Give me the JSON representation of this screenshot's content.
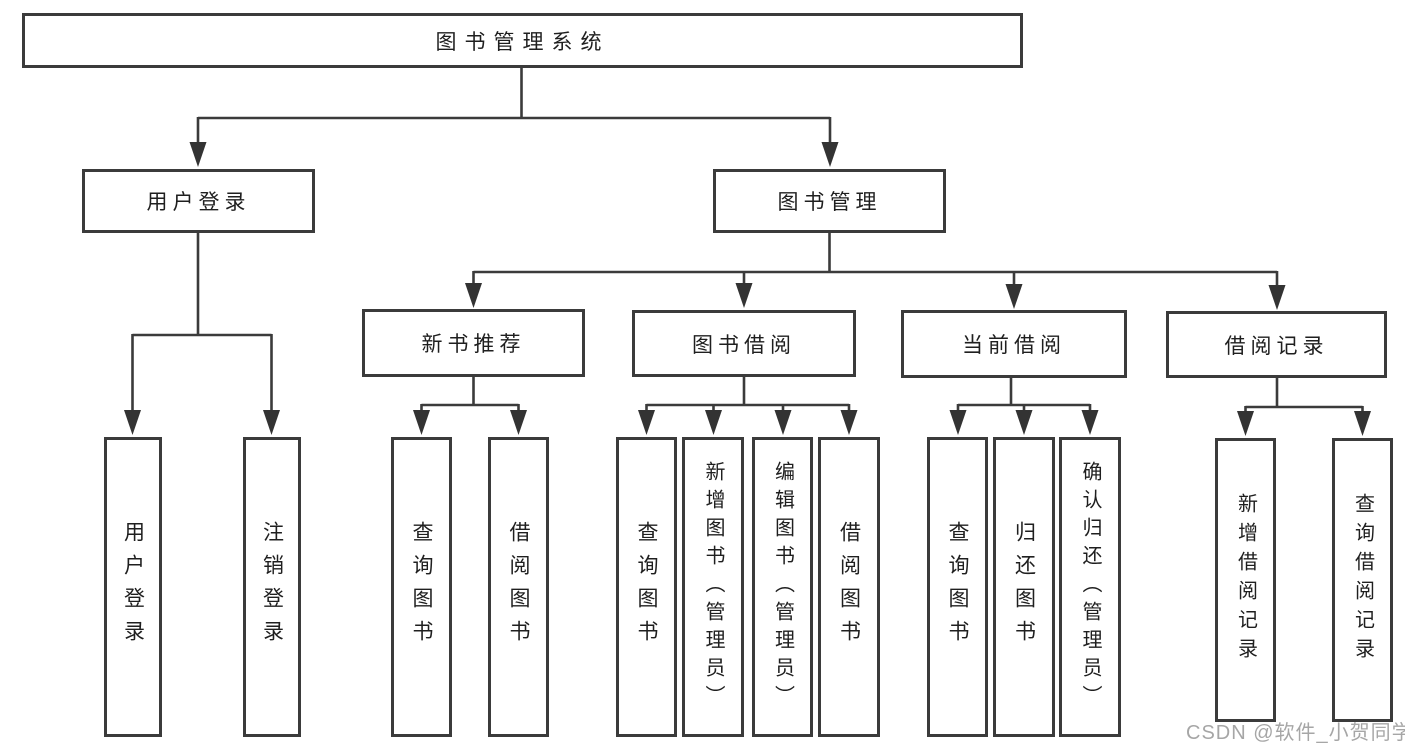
{
  "diagram": {
    "root": "图书管理系统",
    "level2": [
      "用户登录",
      "图书管理"
    ],
    "level3": [
      "新书推荐",
      "图书借阅",
      "当前借阅",
      "借阅记录"
    ],
    "leaves_user_login": [
      "用户登录",
      "注销登录"
    ],
    "leaves_new_book": [
      "查询图书",
      "借阅图书"
    ],
    "leaves_book_borrow": [
      "查询图书",
      "新增图书（管理员）",
      "编辑图书（管理员）",
      "借阅图书"
    ],
    "leaves_current_borrow": [
      "查询图书",
      "归还图书",
      "确认归还（管理员）"
    ],
    "leaves_borrow_record": [
      "新增借阅记录",
      "查询借阅记录"
    ]
  },
  "watermark": "CSDN @软件_小贺同学",
  "colors": {
    "line": "#3b3b3b",
    "text": "#1f1f1f",
    "watermark": "#9e9e9e",
    "background": "#ffffff"
  }
}
